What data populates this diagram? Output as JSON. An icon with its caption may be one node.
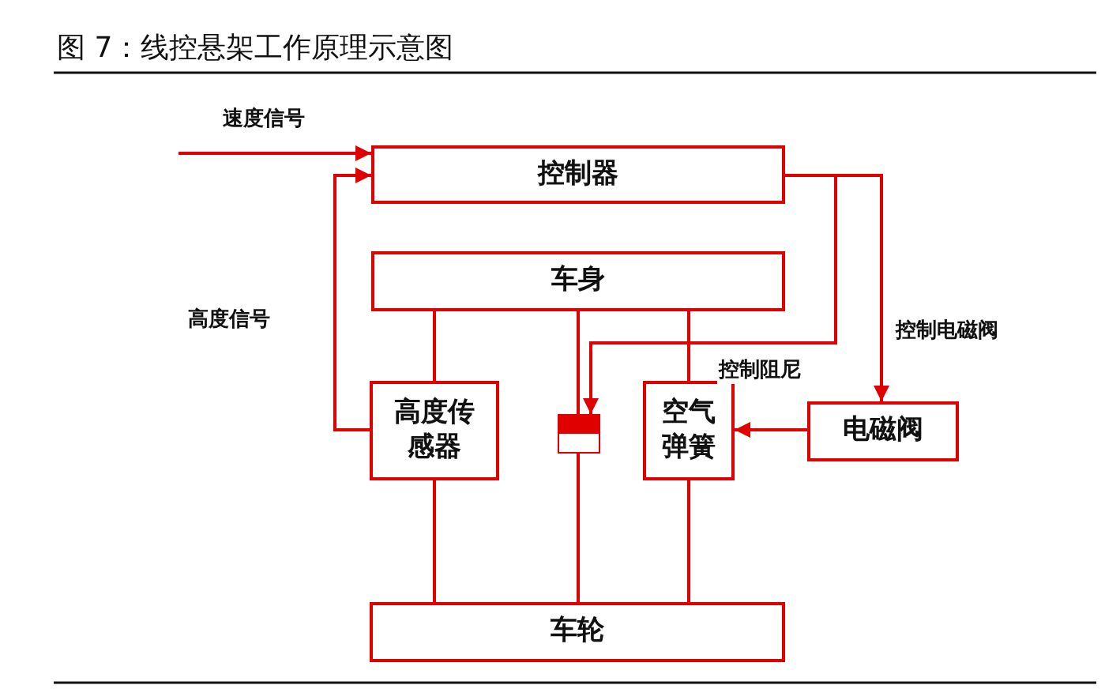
{
  "diagram": {
    "title": "图 7：线控悬架工作原理示意图",
    "nodes": [
      {
        "text": [
          "控制器"
        ]
      },
      {
        "text": [
          "车身"
        ]
      },
      {
        "text": [
          "高度传感器"
        ]
      },
      {
        "text": [],
        "shape": "box"
      },
      {
        "text": [
          "空气弹簧"
        ]
      },
      {
        "text": [
          "电磁阀"
        ]
      },
      {
        "text": [
          "车轮"
        ]
      }
    ],
    "edges": [
      {
        "from": null,
        "to": 0,
        "arrow": "to",
        "label": "速度信号"
      },
      {
        "from": 2,
        "to": 0,
        "arrow": "to",
        "label": "高度信号"
      },
      {
        "from": 0,
        "to": 5,
        "arrow": "to",
        "label": "控制电磁阀"
      },
      {
        "from": 0,
        "to": 3,
        "arrow": "to",
        "label": "控制阻尼"
      },
      {
        "from": 5,
        "to": 4,
        "arrow": "to"
      },
      {
        "from": 1,
        "to": 2,
        "arrow": "none"
      },
      {
        "from": 1,
        "to": 3,
        "arrow": "none"
      },
      {
        "from": 1,
        "to": 4,
        "arrow": "none"
      },
      {
        "from": 2,
        "to": 6,
        "arrow": "none"
      },
      {
        "from": 3,
        "to": 6,
        "arrow": "none"
      },
      {
        "from": 4,
        "to": 6,
        "arrow": "none"
      }
    ]
  }
}
